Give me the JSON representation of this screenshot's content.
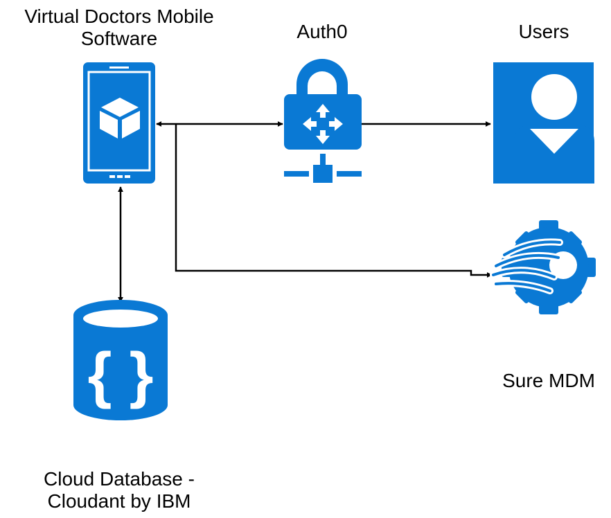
{
  "nodes": {
    "mobile": {
      "label_line1": "Virtual Doctors Mobile",
      "label_line2": "Software",
      "icon": "mobile-phone-cube-icon"
    },
    "auth": {
      "label": "Auth0",
      "icon": "padlock-network-icon"
    },
    "users": {
      "label": "Users",
      "icon": "user-icon"
    },
    "mdm": {
      "label": "Sure MDM",
      "icon": "gear-waves-icon"
    },
    "database": {
      "label_line1": "Cloud Database -",
      "label_line2": "Cloudant by IBM",
      "icon": "database-braces-icon"
    }
  },
  "colors": {
    "icon": "#0a79d4",
    "line": "#000000",
    "text": "#000000"
  }
}
